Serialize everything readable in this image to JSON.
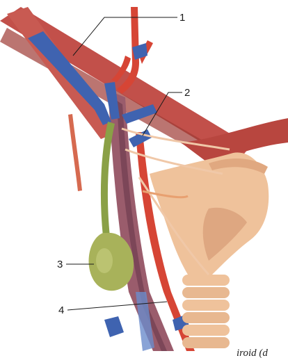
{
  "figure": {
    "labels": {
      "l1": "1",
      "l2": "2",
      "l3": "3",
      "l4": "4"
    },
    "caption_fragment": "iroid (d"
  },
  "colors": {
    "background": "#ffffff",
    "muscle": "#c2504a",
    "muscle_dark": "#9e3a35",
    "artery": "#d64535",
    "vein": "#3f63b0",
    "trunk": "#9a5c6c",
    "lymph_sac": "#a8b25a",
    "lymph_duct": "#8aa046",
    "cartilage": "#efc29b",
    "cartilage_shade": "#d9a07a",
    "nerve": "#f0c8a8",
    "leader": "#1a1a1a"
  },
  "icons": {
    "sac": "lymph-sac-shape",
    "cartilage": "larynx-cartilage-shape"
  }
}
